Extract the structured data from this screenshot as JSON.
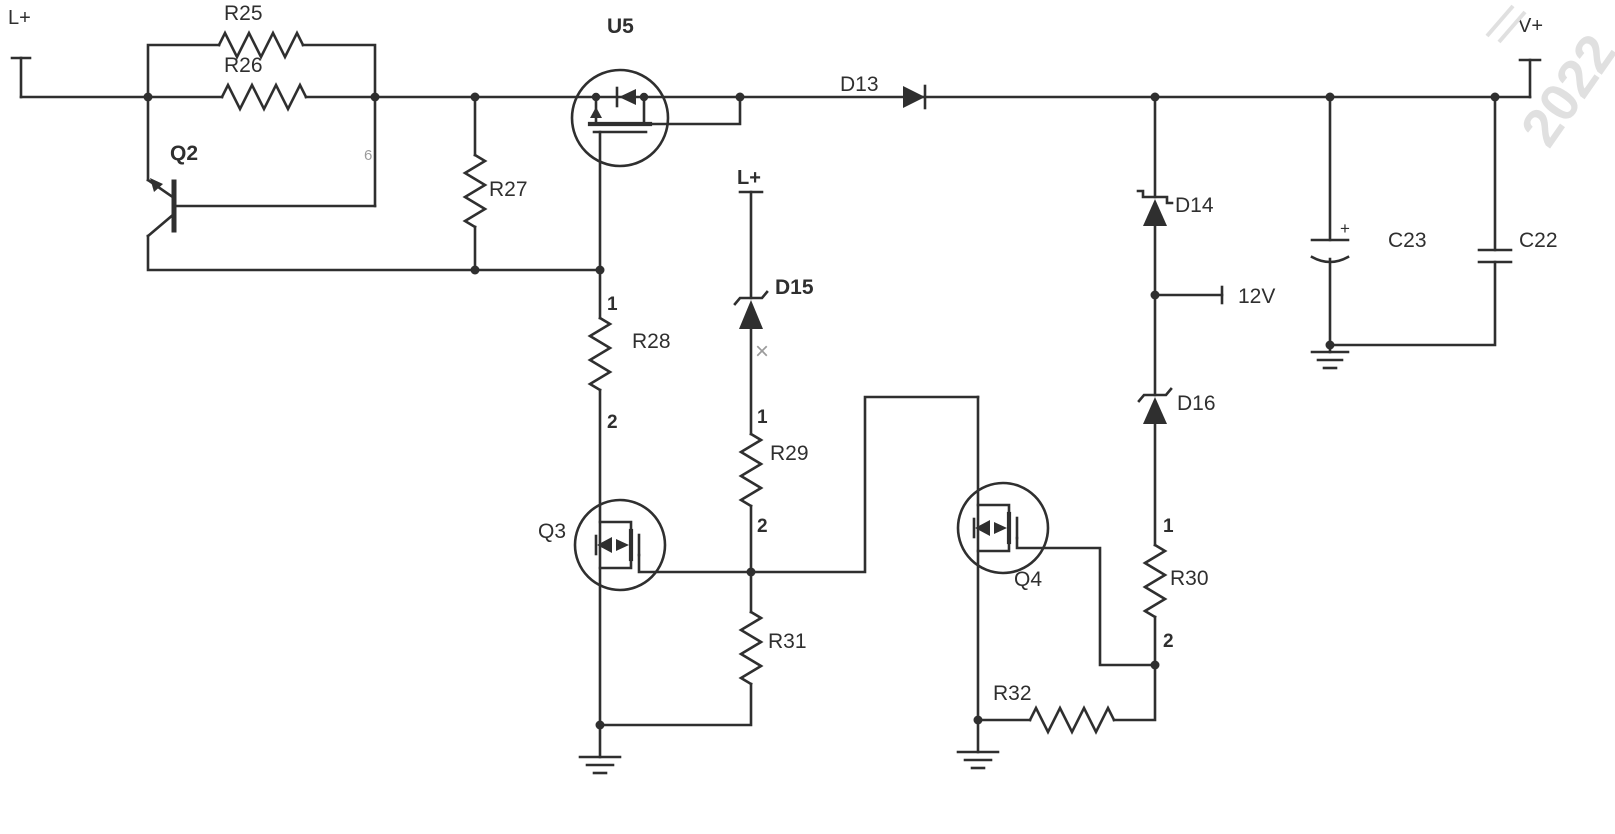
{
  "colors": {
    "ink": "#2f2f2f",
    "bg": "#ffffff",
    "muted": "#9b9b9b",
    "watermark": "#e0e0e0"
  },
  "labels": {
    "l_plus_top": "L+",
    "l_plus_mid": "L+",
    "v_plus": "V+",
    "v12": "12V",
    "r25": "R25",
    "r26": "R26",
    "r27": "R27",
    "r28": "R28",
    "r29": "R29",
    "r30": "R30",
    "r31": "R31",
    "r32": "R32",
    "q2": "Q2",
    "q3": "Q3",
    "q4": "Q4",
    "u5": "U5",
    "d13": "D13",
    "d14": "D14",
    "d15": "D15",
    "d16": "D16",
    "c22": "C22",
    "c23": "C23",
    "plus": "+",
    "pin1": "1",
    "pin2": "2",
    "cross": "×",
    "stray": "6",
    "watermark": "2022"
  },
  "components": [
    {
      "ref": "R25",
      "type": "resistor",
      "orientation": "horizontal"
    },
    {
      "ref": "R26",
      "type": "resistor",
      "orientation": "horizontal"
    },
    {
      "ref": "R27",
      "type": "resistor",
      "orientation": "vertical"
    },
    {
      "ref": "R28",
      "type": "resistor",
      "orientation": "vertical",
      "pins": [
        "1",
        "2"
      ]
    },
    {
      "ref": "R29",
      "type": "resistor",
      "orientation": "vertical",
      "pins": [
        "1",
        "2"
      ]
    },
    {
      "ref": "R30",
      "type": "resistor",
      "orientation": "vertical",
      "pins": [
        "1",
        "2"
      ]
    },
    {
      "ref": "R31",
      "type": "resistor",
      "orientation": "vertical"
    },
    {
      "ref": "R32",
      "type": "resistor",
      "orientation": "horizontal"
    },
    {
      "ref": "Q2",
      "type": "bjt-transistor"
    },
    {
      "ref": "Q3",
      "type": "mosfet-in-circle"
    },
    {
      "ref": "Q4",
      "type": "mosfet-in-circle"
    },
    {
      "ref": "U5",
      "type": "mosfet-switch-in-circle"
    },
    {
      "ref": "D13",
      "type": "diode"
    },
    {
      "ref": "D14",
      "type": "schottky-diode"
    },
    {
      "ref": "D15",
      "type": "zener-diode"
    },
    {
      "ref": "D16",
      "type": "zener-diode"
    },
    {
      "ref": "C22",
      "type": "capacitor"
    },
    {
      "ref": "C23",
      "type": "polarized-capacitor"
    },
    {
      "ref": "L+",
      "type": "terminal",
      "count": 2
    },
    {
      "ref": "V+",
      "type": "terminal"
    },
    {
      "ref": "12V",
      "type": "terminal"
    },
    {
      "ref": "GND",
      "type": "ground",
      "count": 3
    }
  ]
}
